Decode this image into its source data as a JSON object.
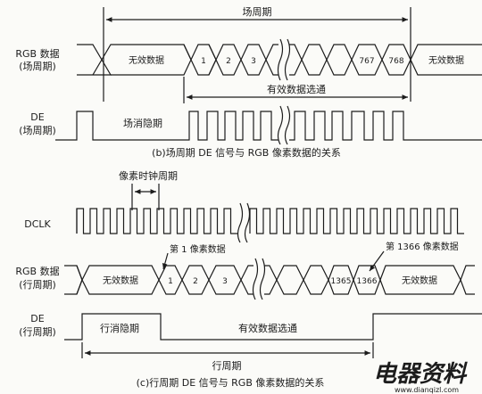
{
  "top": {
    "field_period_label": "场周期",
    "rgb_label": [
      "RGB 数据",
      "(场周期)"
    ],
    "invalid_left": "无效数据",
    "cells": [
      "1",
      "2",
      "3",
      "767",
      "768"
    ],
    "invalid_right": "无效数据",
    "valid_strobe": "有效数据选通",
    "de_label": [
      "DE",
      "(场周期)"
    ],
    "blanking": "场消隐期",
    "caption": "(b)场周期 DE 信号与 RGB 像素数据的关系"
  },
  "bottom": {
    "pixel_clock_period": "像素时钟周期",
    "dclk_label": "DCLK",
    "first_pixel": "第 1 像素数据",
    "last_pixel": "第 1366 像素数据",
    "rgb_label": [
      "RGB 数据",
      "(行周期)"
    ],
    "invalid_left": "无效数据",
    "cells": [
      "1",
      "2",
      "3",
      "1365",
      "1366"
    ],
    "invalid_right": "无效数据",
    "de_label": [
      "DE",
      "(行周期)"
    ],
    "blanking": "行消隐期",
    "valid_strobe": "有效数据选通",
    "line_period": "行周期",
    "caption": "(c)行周期 DE 信号与 RGB 像素数据的关系"
  },
  "watermark": {
    "text": "电器资料",
    "site": "www.dianqizl.com"
  }
}
